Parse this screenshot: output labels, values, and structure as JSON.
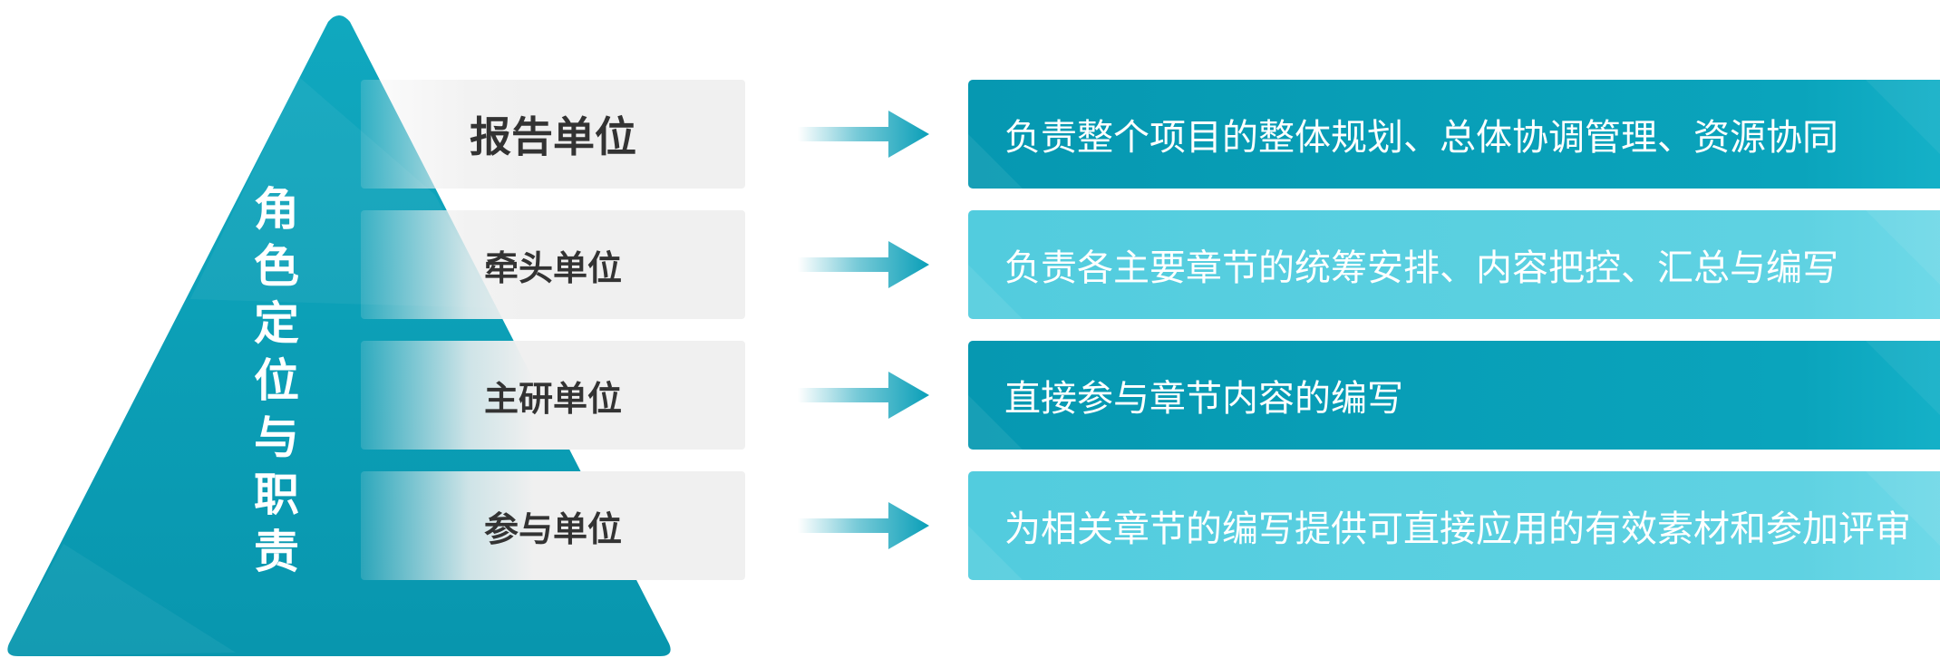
{
  "side_title": [
    "角",
    "色",
    "定",
    "位",
    "与",
    "职",
    "责"
  ],
  "rows": [
    {
      "role": "报告单位",
      "duty": "负责整个项目的整体规划、总体协调管理、资源协同",
      "tone": "dark"
    },
    {
      "role": "牵头单位",
      "duty": "负责各主要章节的统筹安排、内容把控、汇总与编写",
      "tone": "light"
    },
    {
      "role": "主研单位",
      "duty": "直接参与章节内容的编写",
      "tone": "dark"
    },
    {
      "role": "参与单位",
      "duty": "为相关章节的编写提供可直接应用的有效素材和参加评审",
      "tone": "light"
    }
  ],
  "colors": {
    "pyramid": "#0aa1b9",
    "dark_bar": "#0698b1",
    "light_bar": "#5fd2e2",
    "role_text": "#333333",
    "role_box": "#f0f0f0"
  }
}
